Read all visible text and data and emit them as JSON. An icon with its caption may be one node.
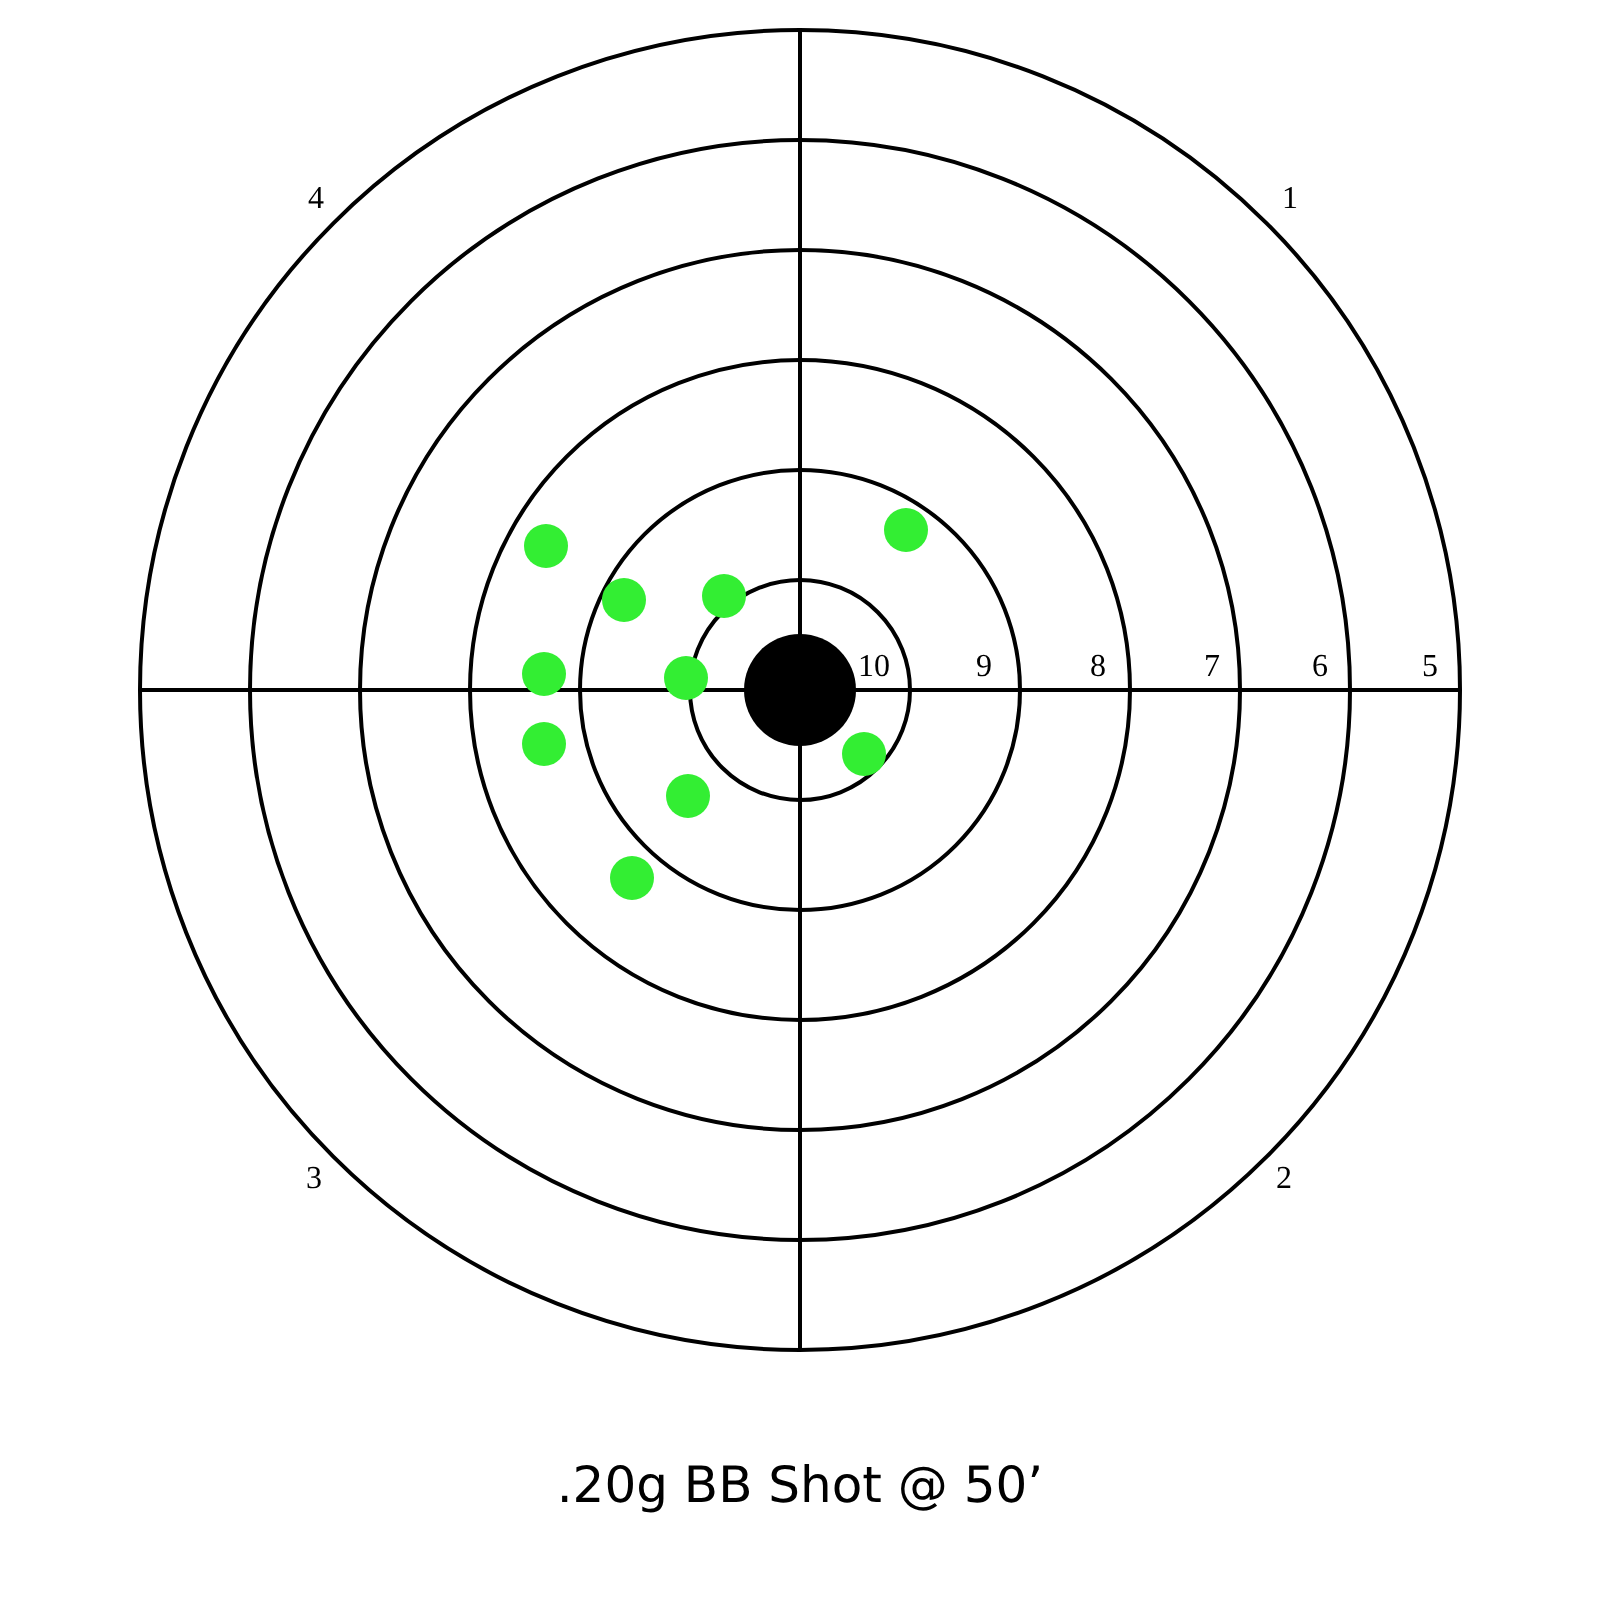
{
  "diagram": {
    "caption": ".20g BB Shot @ 50’",
    "labels": [
      "4",
      "1",
      "10",
      "9",
      "8",
      "7",
      "6",
      "5",
      "3",
      "2"
    ]
  }
}
